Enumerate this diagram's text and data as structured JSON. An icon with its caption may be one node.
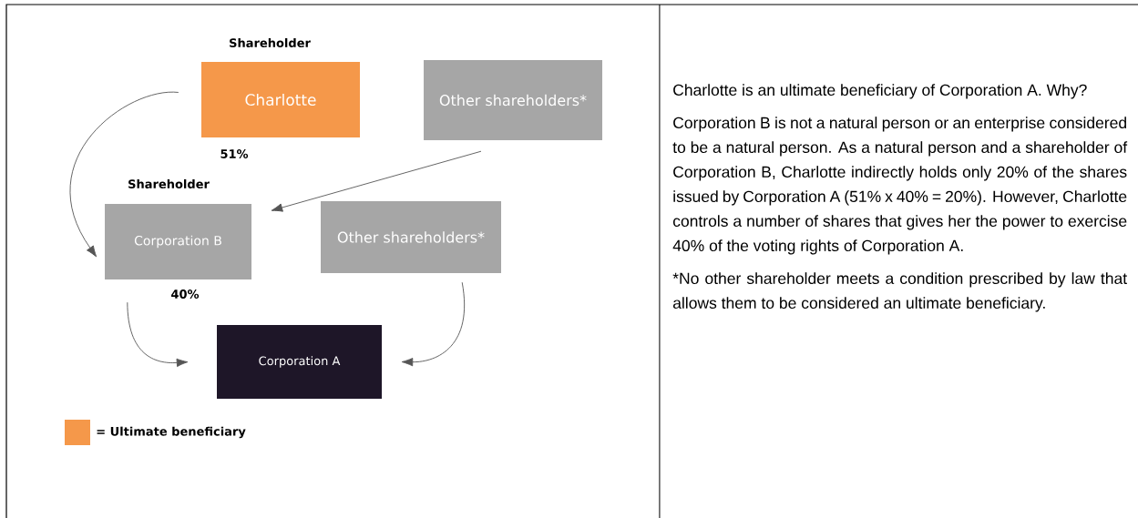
{
  "diagram": {
    "nodes": [
      {
        "text": [
          "Charlotte"
        ],
        "beside": [
          "Shareholder",
          "51%"
        ]
      },
      {
        "text": [
          "Other shareholders*"
        ]
      },
      {
        "text": [
          "Corporation B"
        ],
        "beside": [
          "Shareholder",
          "40%"
        ]
      },
      {
        "text": [
          "Other shareholders*"
        ]
      },
      {
        "text": [
          "Corporation A"
        ]
      }
    ],
    "edges": [
      {
        "from": 0,
        "to": 2,
        "arrow": "to"
      },
      {
        "from": 1,
        "to": 2,
        "arrow": "to"
      },
      {
        "from": 2,
        "to": 4,
        "arrow": "to"
      },
      {
        "from": 3,
        "to": 4,
        "arrow": "to"
      }
    ],
    "labels": [
      "Charlotte is an ultimate beneficiary of Corporation A. Why?",
      "Corporation B is not a natural person or an enterprise considered to be a natural person. As a natural person and a shareholder of Corporation B, Charlotte indirectly holds only 20% of the shares issued by Corporation A (51% x 40% = 20%). However, Charlotte controls a number of shares that gives her the power to exercise 40% of the voting rights of Corporation A.",
      "*No other shareholder meets a condition prescribed by law that allows them to be considered an ultimate beneficiary."
    ],
    "legend": [
      {
        "text": "= Ultimate beneficiary",
        "color": "#f5984a"
      }
    ]
  }
}
